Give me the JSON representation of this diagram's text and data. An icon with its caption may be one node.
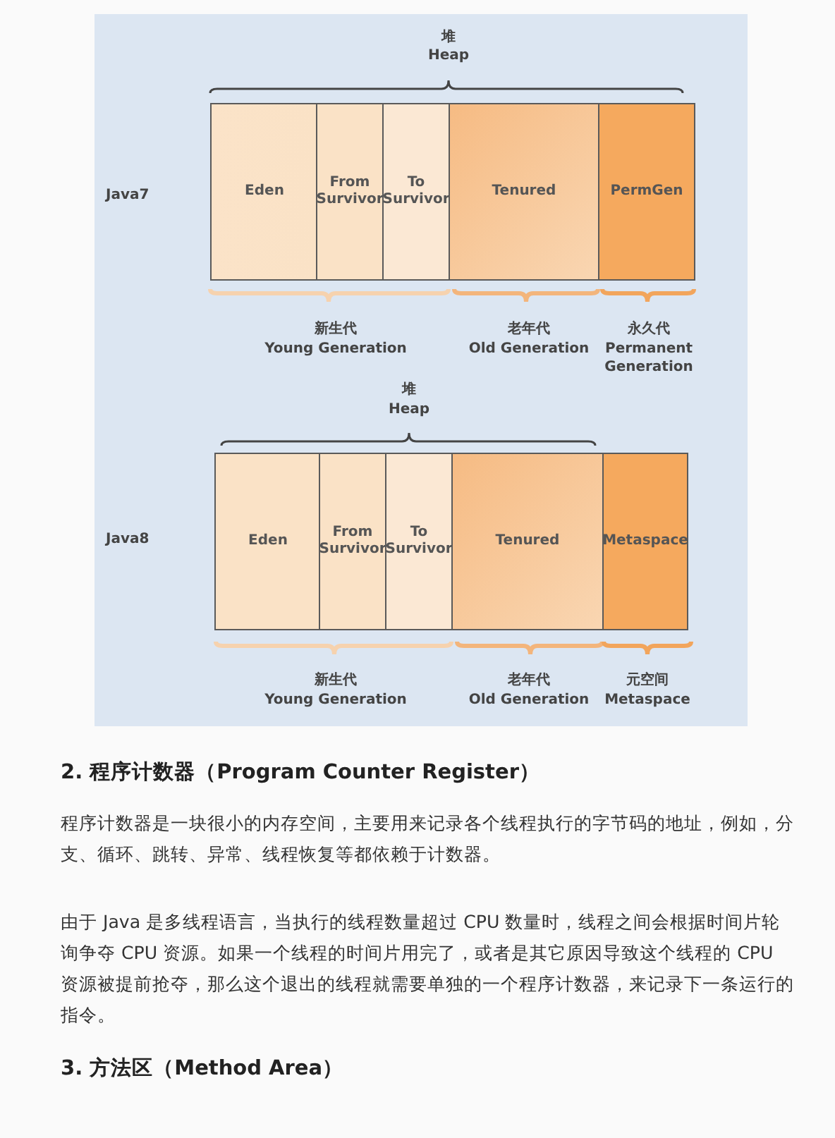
{
  "diagram": {
    "nodes": [
      {
        "text": [
          "Eden"
        ]
      },
      {
        "text": [
          "From Survivor"
        ]
      },
      {
        "text": [
          "To Survivor"
        ]
      },
      {
        "text": [
          "Tenured"
        ]
      },
      {
        "text": [
          "PermGen"
        ]
      },
      {
        "text": [
          "Eden"
        ]
      },
      {
        "text": [
          "From Survivor"
        ]
      },
      {
        "text": [
          "To Survivor"
        ]
      },
      {
        "text": [
          "Tenured"
        ]
      },
      {
        "text": [
          "Metaspace"
        ]
      }
    ],
    "labels": [
      "堆",
      "Heap",
      "Java7",
      "新生代",
      "Young Generation",
      "老年代",
      "Old Generation",
      "永久代",
      "Permanent Generation",
      "堆",
      "Heap",
      "Java8",
      "新生代",
      "Young Generation",
      "老年代",
      "Old Generation",
      "元空间",
      "Metaspace",
      "2. 程序计数器（Program Counter Register）",
      "程序计数器是一块很小的内存空间，主要用来记录各个线程执行的字节码的地址，例如，分支、循环、跳转、异常、线程恢复等都依赖于计数器。",
      "由于 Java 是多线程语言，当执行的线程数量超过 CPU 数量时，线程之间会根据时间片轮询争夺 CPU 资源。如果一个线程的时间片用完了，或者是其它原因导致这个线程的 CPU 资源被提前抢夺，那么这个退出的线程就需要单独的一个程序计数器，来记录下一条运行的指令。",
      "3. 方法区（Method Area）"
    ]
  }
}
